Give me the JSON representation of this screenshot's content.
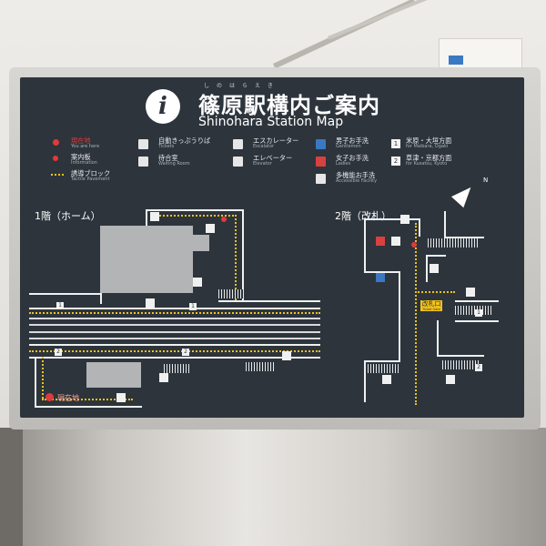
{
  "sign": {
    "info_icon": "i",
    "ruby": "しのはらえき",
    "title_ja": "篠原駅構内ご案内",
    "title_en": "Shinohara Station Map"
  },
  "legend": {
    "current": {
      "ja": "現在地",
      "en": "You are here"
    },
    "info": {
      "ja": "案内板",
      "en": "Information"
    },
    "tactile": {
      "ja": "誘導ブロック",
      "en": "Tactile Pavement"
    },
    "tickets": {
      "ja": "自動きっぷうりば",
      "en": "Tickets"
    },
    "waiting": {
      "ja": "待合室",
      "en": "Waiting Room"
    },
    "escalator": {
      "ja": "エスカレーター",
      "en": "Escalator"
    },
    "elevator": {
      "ja": "エレベーター",
      "en": "Elevator"
    },
    "gents": {
      "ja": "男子お手洗",
      "en": "Gentlemen"
    },
    "ladies": {
      "ja": "女子お手洗",
      "en": "Ladies"
    },
    "accessible": {
      "ja": "多機能お手洗",
      "en": "Accessible Facility"
    },
    "track1": {
      "num": "1",
      "ja": "米原・大垣方面",
      "en": "for Maibara, Ogaki"
    },
    "track2": {
      "num": "2",
      "ja": "草津・京都方面",
      "en": "for Kusatsu, Kyoto"
    }
  },
  "floors": {
    "floor1": "1階（ホーム）",
    "floor2": "2階（改札）"
  },
  "map_labels": {
    "ticket_gate": {
      "ja": "改札口",
      "en": "Ticket Gate"
    },
    "you_are_here": "現在地",
    "compass_n": "N",
    "platform_num_1": "1",
    "platform_num_2": "2"
  },
  "colors": {
    "board": "#2d343c",
    "accent_yellow": "#f1c21b",
    "here_red": "#e03a3a"
  }
}
